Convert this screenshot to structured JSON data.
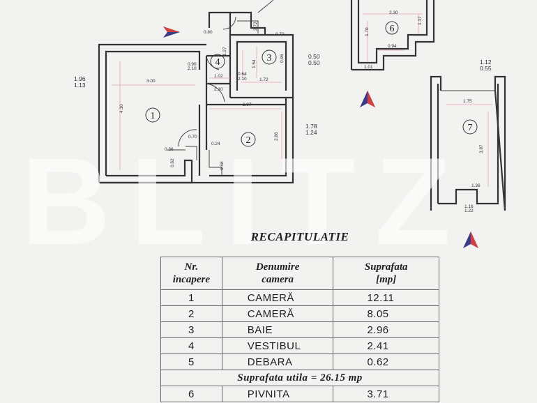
{
  "watermark": "BLITZ",
  "recap": {
    "title": "RECAPITULATIE",
    "headers": {
      "nr_line1": "Nr.",
      "nr_line2": "incapere",
      "name_line1": "Denumire",
      "name_line2": "camera",
      "area_line1": "Suprafata",
      "area_line2": "[mp]"
    },
    "rows": [
      {
        "nr": "1",
        "name": "CAMERĂ",
        "area": "12.11"
      },
      {
        "nr": "2",
        "name": "CAMERĂ",
        "area": "8.05"
      },
      {
        "nr": "3",
        "name": "BAIE",
        "area": "2.96"
      },
      {
        "nr": "4",
        "name": "VESTIBUL",
        "area": "2.41"
      },
      {
        "nr": "5",
        "name": "DEBARA",
        "area": "0.62"
      }
    ],
    "total": "Suprafata utila = 26.15 mp",
    "extra_rows": [
      {
        "nr": "6",
        "name": "PIVNITA",
        "area": "3.71"
      }
    ]
  },
  "plan": {
    "room_numbers": [
      "1",
      "2",
      "3",
      "4",
      "6",
      "7"
    ],
    "dimensions": {
      "d_300": "3.00",
      "d_410": "4.10",
      "d_297": "2.97",
      "d_286": "2.86",
      "d_172": "1.72",
      "d_154": "1.54",
      "d_072": "0.72",
      "d_102": "1.02",
      "d_064": "0.64",
      "d_210a": "2.10",
      "d_210b": "2.10",
      "d_210c": "2.10",
      "d_080": "0.80",
      "d_090": "0.90",
      "d_070": "0.70",
      "d_024": "0.24",
      "d_036": "0.36",
      "d_062": "0.62",
      "d_058": "0.58",
      "d_127": "1.27",
      "d_096": "0.96",
      "d_050a": "0.50",
      "d_050b": "0.50",
      "d_178": "1.78",
      "d_124": "1.24",
      "d_196": "1.96",
      "d_113": "1.13",
      "d_230": "2.30",
      "d_094": "0.94",
      "d_137": "1.37",
      "d_101": "1.01",
      "d_112": "1.12",
      "d_055": "0.55",
      "d_175": "1.75",
      "d_387": "3.87",
      "d_136": "1.36",
      "d_116": "1.16",
      "d_122": "1.22",
      "d_170": "1.70",
      "d_272": "2.72"
    }
  }
}
